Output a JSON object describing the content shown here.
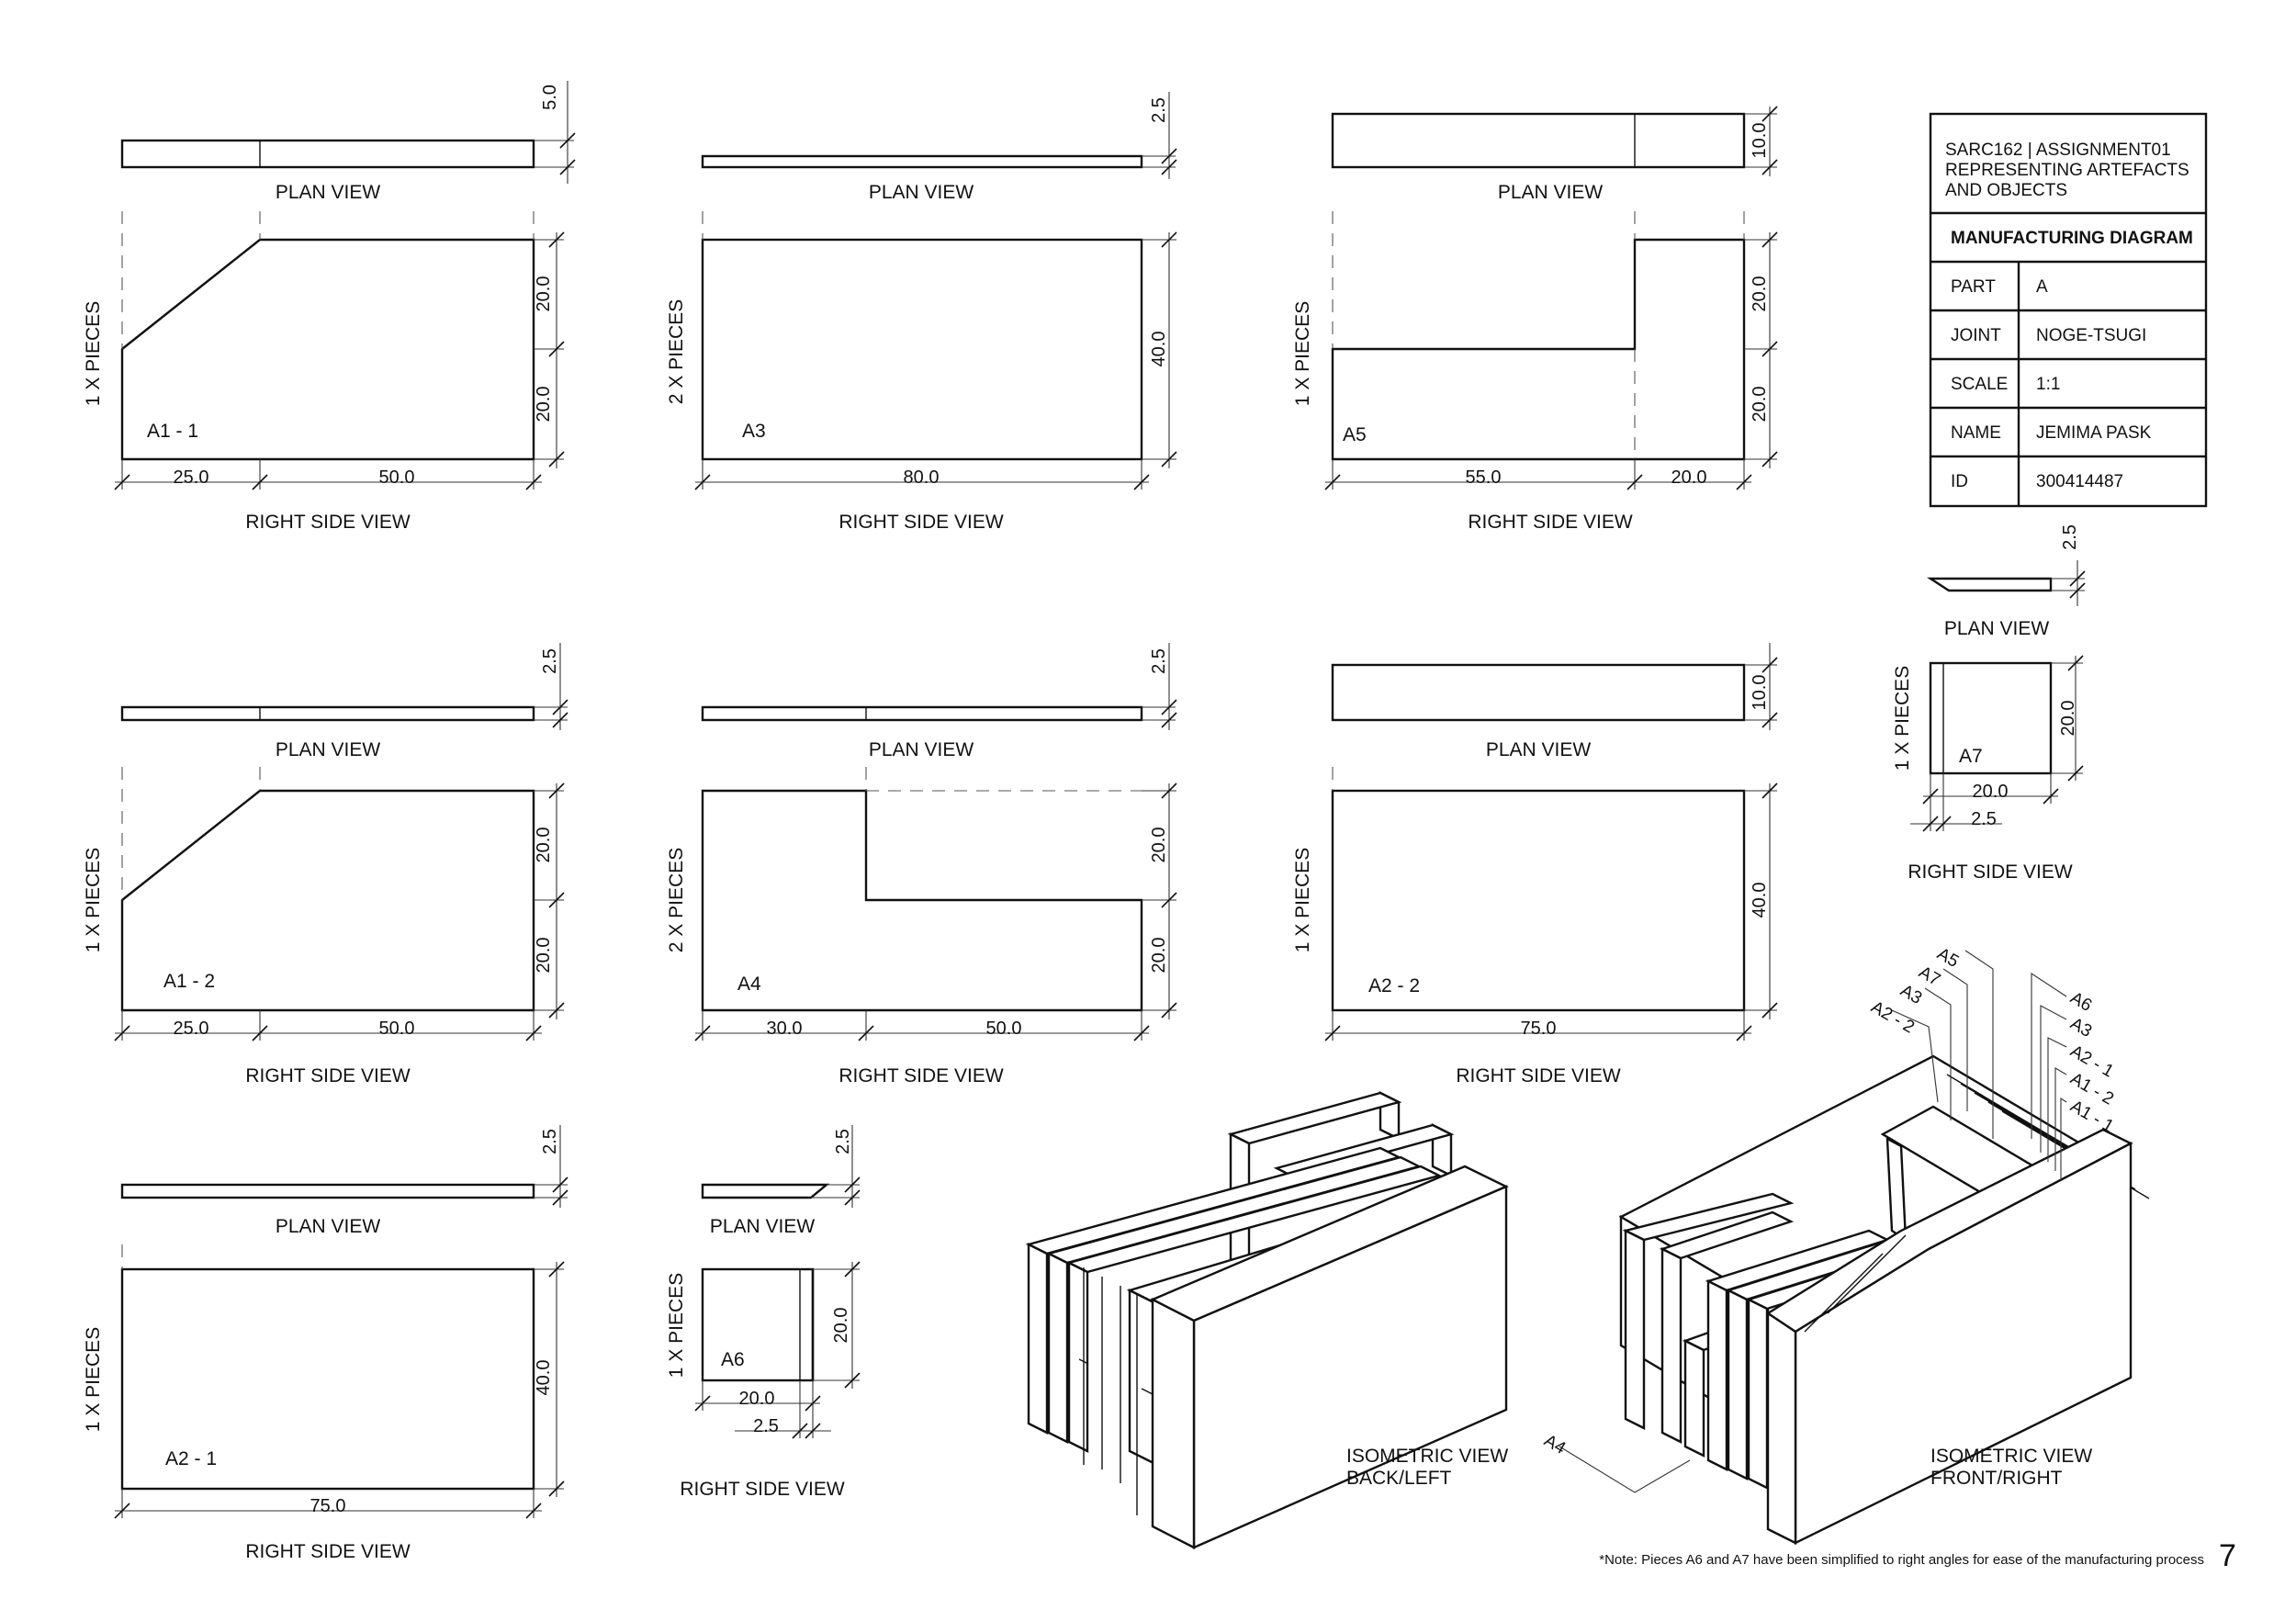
{
  "views": {
    "plan": "PLAN VIEW",
    "right_side": "RIGHT SIDE VIEW"
  },
  "pieces": {
    "a1_1": {
      "label": "A1 - 1",
      "qty": "1 X PIECES",
      "plan_thk": "5.0",
      "h1": "20.0",
      "h2": "20.0",
      "w1": "25.0",
      "w2": "50.0"
    },
    "a3": {
      "label": "A3",
      "qty": "2 X PIECES",
      "plan_thk": "2.5",
      "h": "40.0",
      "w": "80.0"
    },
    "a5": {
      "label": "A5",
      "qty": "1 X PIECES",
      "plan_thk": "10.0",
      "h1": "20.0",
      "h2": "20.0",
      "w1": "55.0",
      "w2": "20.0"
    },
    "a1_2": {
      "label": "A1 - 2",
      "qty": "1 X PIECES",
      "plan_thk": "2.5",
      "h1": "20.0",
      "h2": "20.0",
      "w1": "25.0",
      "w2": "50.0"
    },
    "a4": {
      "label": "A4",
      "qty": "2 X PIECES",
      "plan_thk": "2.5",
      "h1": "20.0",
      "h2": "20.0",
      "w1": "30.0",
      "w2": "50.0"
    },
    "a2_2": {
      "label": "A2 - 2",
      "qty": "1 X PIECES",
      "plan_thk": "10.0",
      "h": "40.0",
      "w": "75.0"
    },
    "a2_1": {
      "label": "A2 - 1",
      "qty": "1 X PIECES",
      "plan_thk": "2.5",
      "h": "40.0",
      "w": "75.0"
    },
    "a6": {
      "label": "A6",
      "qty": "1 X PIECES",
      "plan_thk": "2.5",
      "h": "20.0",
      "w": "20.0",
      "t": "2.5"
    },
    "a7": {
      "label": "A7",
      "qty": "1 X PIECES",
      "plan_thk": "2.5",
      "h": "20.0",
      "w": "20.0",
      "t": "2.5"
    }
  },
  "title_block": {
    "header_line1": "SARC162 | ASSIGNMENT01",
    "header_line2": "REPRESENTING ARTEFACTS",
    "header_line3": "AND OBJECTS",
    "heading": "MANUFACTURING DIAGRAM",
    "rows": [
      {
        "key": "PART",
        "value": "A"
      },
      {
        "key": "JOINT",
        "value": "NOGE-TSUGI"
      },
      {
        "key": "SCALE",
        "value": "1:1"
      },
      {
        "key": "NAME",
        "value": "JEMIMA PASK"
      },
      {
        "key": "ID",
        "value": "300414487"
      }
    ]
  },
  "isometric": {
    "back_left_line1": "ISOMETRIC VIEW",
    "back_left_line2": "BACK/LEFT",
    "front_right_line1": "ISOMETRIC VIEW",
    "front_right_line2": "FRONT/RIGHT",
    "labels_left": [
      "A5",
      "A7",
      "A3",
      "A2 - 2"
    ],
    "labels_right": [
      "A6",
      "A3",
      "A2 - 1",
      "A1 - 2",
      "A1 - 1"
    ],
    "label_a4": "A4"
  },
  "footer": {
    "note": "*Note: Pieces A6 and A7 have been simplified to right angles for ease of the manufacturing process",
    "page_number": "7"
  }
}
